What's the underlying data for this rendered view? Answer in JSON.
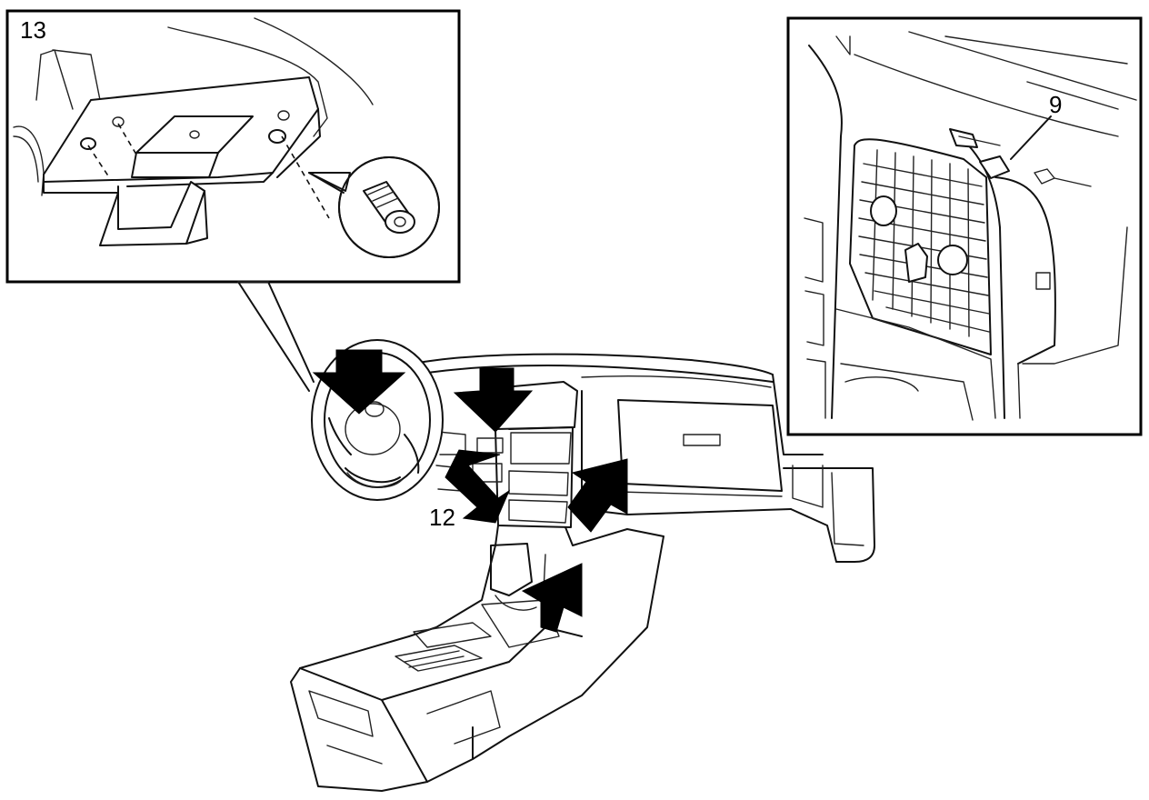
{
  "callouts": {
    "bracket_detail": "13",
    "vent_detail": "9",
    "switch_panel": "12"
  },
  "icons": [
    "screw-icon",
    "arrow-icon"
  ],
  "colors": {
    "line": "#111111",
    "background": "#ffffff",
    "arrow": "#000000"
  }
}
